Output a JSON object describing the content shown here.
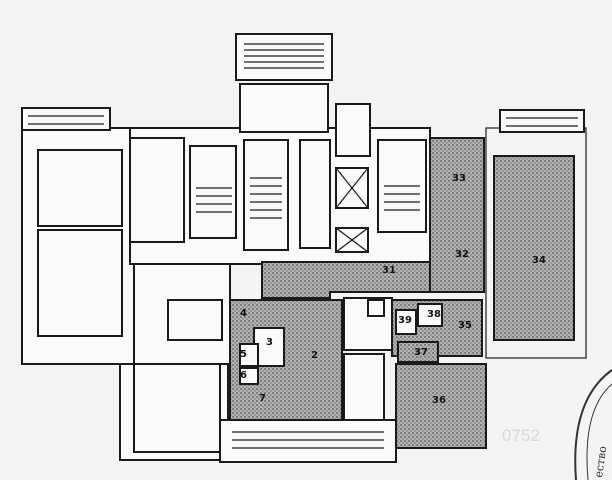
{
  "rooms": [
    {
      "id": "r1",
      "label": "33"
    },
    {
      "id": "r2",
      "label": "34"
    },
    {
      "id": "r3",
      "label": "32"
    },
    {
      "id": "r4",
      "label": "31"
    },
    {
      "id": "r5",
      "label": "4"
    },
    {
      "id": "r6",
      "label": "3"
    },
    {
      "id": "r7",
      "label": "2"
    },
    {
      "id": "r8",
      "label": "5"
    },
    {
      "id": "r9",
      "label": "6"
    },
    {
      "id": "r10",
      "label": "7"
    },
    {
      "id": "r11",
      "label": "39"
    },
    {
      "id": "r12",
      "label": "38"
    },
    {
      "id": "r13",
      "label": "35"
    },
    {
      "id": "r14",
      "label": "37"
    },
    {
      "id": "r15",
      "label": "36"
    }
  ],
  "watermark": "0752",
  "stamp_text": "ество",
  "colors": {
    "shade": "#9a9a9a",
    "wall": "#1a1a1a",
    "paper": "#fafafa"
  }
}
